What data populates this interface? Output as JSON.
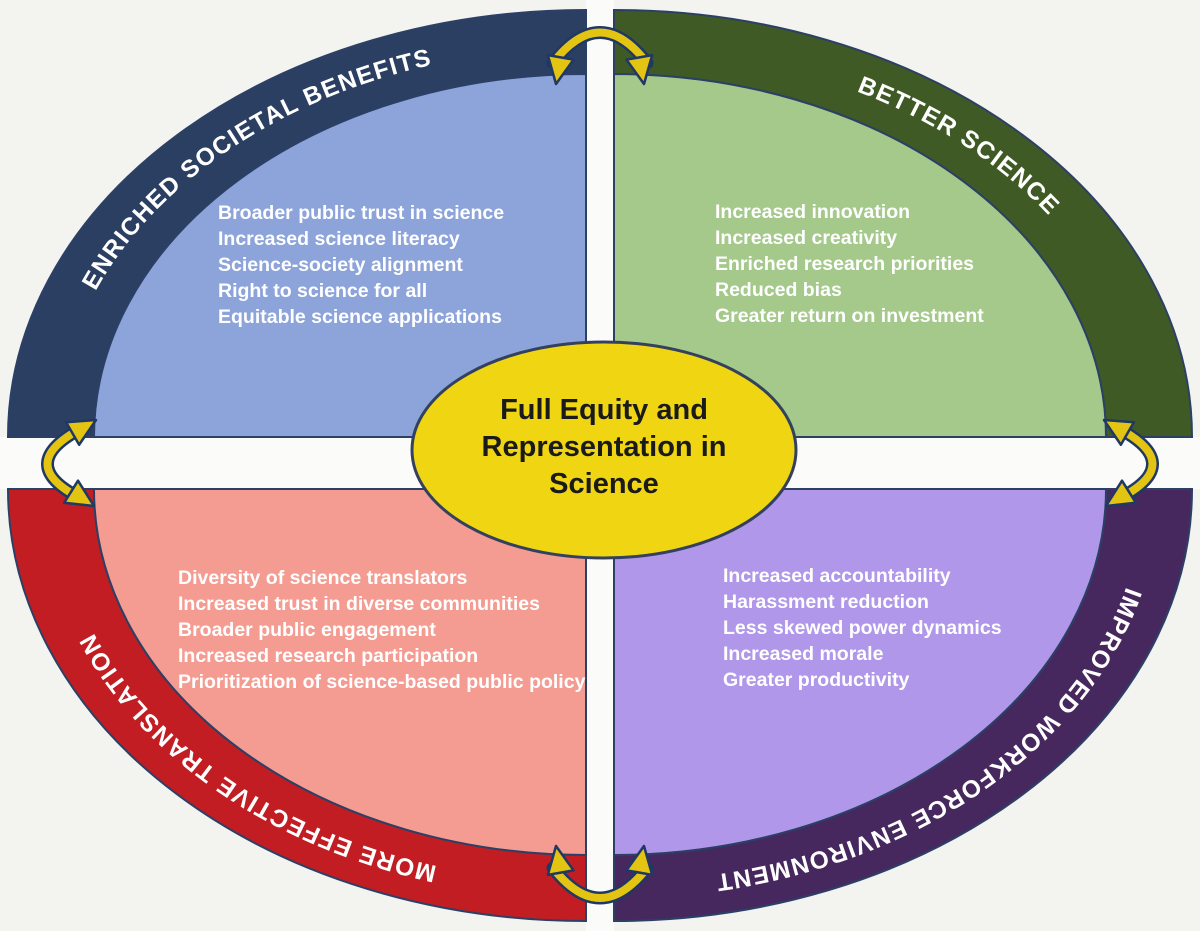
{
  "center": {
    "lines": [
      "Full Equity and",
      "Representation in",
      "Science"
    ],
    "fill_color": "#F0D513",
    "text_color": "#1A1A1A"
  },
  "quadrants": [
    {
      "position": "top-left",
      "label": "ENRICHED SOCIETAL BENEFITS",
      "ring_color": "#2B3F63",
      "fill_color": "#8DA4DA",
      "items": [
        "Broader public trust in science",
        "Increased science literacy",
        "Science-society alignment",
        "Right to science for all",
        "Equitable science applications"
      ]
    },
    {
      "position": "top-right",
      "label": "BETTER SCIENCE",
      "ring_color": "#3F5A25",
      "fill_color": "#A4C98B",
      "items": [
        "Increased innovation",
        "Increased creativity",
        "Enriched research priorities",
        "Reduced bias",
        "Greater return on investment"
      ]
    },
    {
      "position": "bottom-left",
      "label": "MORE EFFECTIVE TRANSLATION",
      "ring_color": "#C11D23",
      "fill_color": "#F49C92",
      "items": [
        "Diversity of science translators",
        "Increased trust in diverse communities",
        "Broader public engagement",
        "Increased research participation",
        "Prioritization of science-based public policy"
      ]
    },
    {
      "position": "bottom-right",
      "label": "IMPROVED WORKFORCE ENVIRONMENT",
      "ring_color": "#46285F",
      "fill_color": "#B097EA",
      "items": [
        "Increased accountability",
        "Harassment reduction",
        "Less skewed power dynamics",
        "Increased morale",
        "Greater productivity"
      ]
    }
  ],
  "arrows": {
    "fill_color": "#E3C412",
    "outline_color": "#1F3864"
  },
  "item_text_color": "#FFFFFF",
  "label_text_color": "#FFFFFF"
}
